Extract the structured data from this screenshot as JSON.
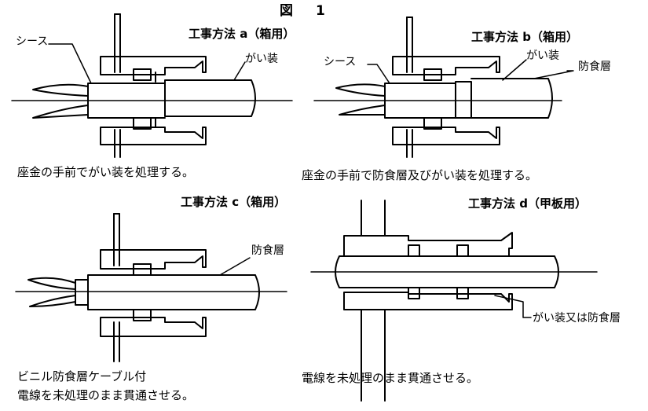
{
  "figure_title": "図　1",
  "panels": [
    {
      "id": "a",
      "method": "工事方法 a（箱用）",
      "labels": [
        "シース",
        "がい装"
      ],
      "caption": [
        "座金の手前でがい装を処理する。"
      ]
    },
    {
      "id": "b",
      "method": "工事方法 b（箱用）",
      "labels": [
        "シース",
        "がい装",
        "防食層"
      ],
      "caption": [
        "座金の手前で防食層及びがい装を処理する。"
      ]
    },
    {
      "id": "c",
      "method": "工事方法 c（箱用）",
      "labels": [
        "防食層"
      ],
      "caption": [
        "ビニル防食層ケーブル付",
        "電線を未処理のまま貫通させる。"
      ]
    },
    {
      "id": "d",
      "method": "工事方法 d（甲板用）",
      "labels": [
        "がい装又は防食層"
      ],
      "caption": [
        "電線を未処理のまま貫通させる。"
      ]
    }
  ]
}
